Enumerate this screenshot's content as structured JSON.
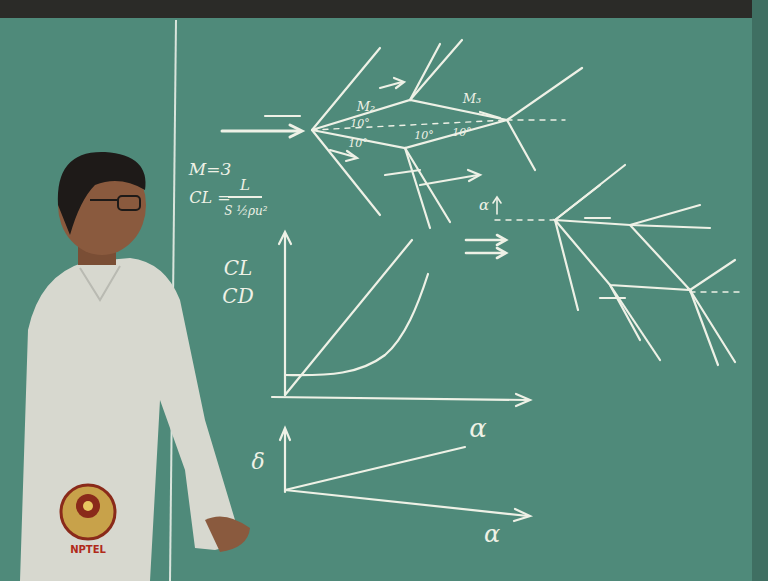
{
  "diagram": {
    "labels": [
      "M=3",
      "CL =",
      "L",
      "S ½ρu²",
      "CL",
      "CD",
      "α",
      "δ",
      "α",
      "M₂",
      "M₃",
      "10°",
      "10°",
      "10°",
      "10°",
      "α",
      "NPTEL"
    ]
  }
}
